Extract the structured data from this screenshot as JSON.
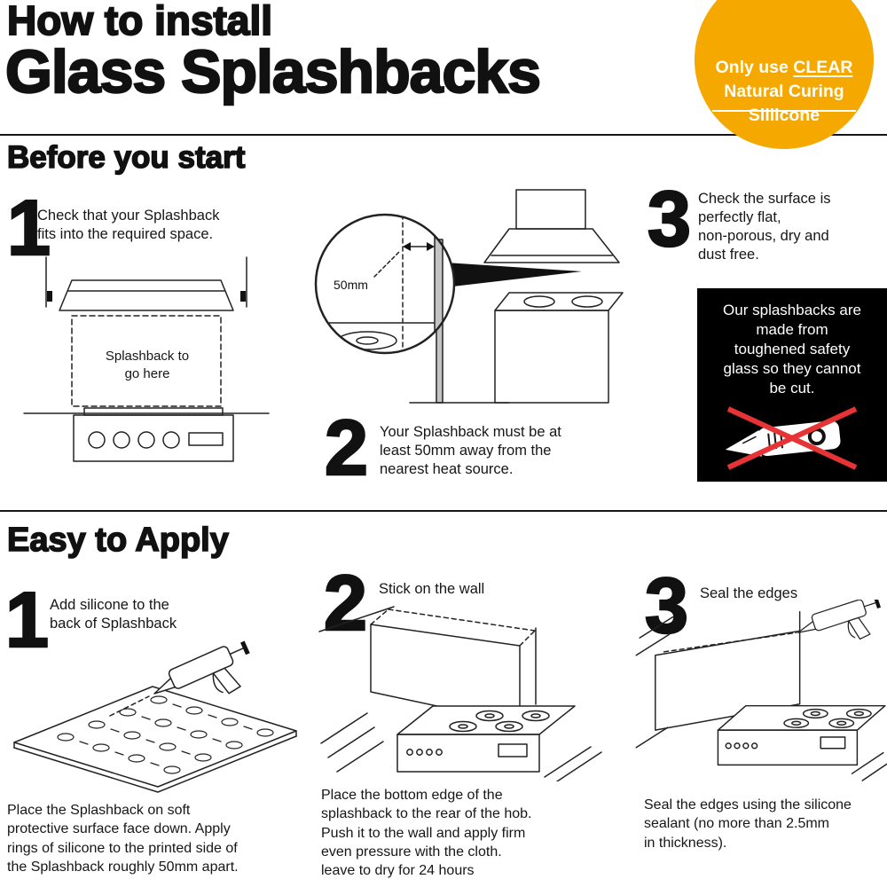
{
  "page": {
    "title_line1": "How to install",
    "title_line2": "Glass Splashbacks"
  },
  "badge": {
    "bg_color": "#F5A800",
    "line1_prefix": "Only use ",
    "line1_underlined": "CLEAR",
    "line2": "Natural Curing",
    "line3": "Sillicone"
  },
  "before": {
    "heading": "Before you start",
    "step1": {
      "number": "1",
      "text": "Check that your Splashback\nfits into the required space."
    },
    "step2": {
      "number": "2",
      "text": "Your Splashback must be at\nleast 50mm away from the\nnearest heat source."
    },
    "step3": {
      "number": "3",
      "text": "Check the surface is\nperfectly flat,\nnon-porous, dry and\ndust free."
    },
    "diagram1_label": "Splashback to\ngo here",
    "diagram2_label": "50mm",
    "warning": {
      "bg_color": "#000000",
      "cross_color": "#E63335",
      "text": "Our splashbacks are\nmade from\ntoughened safety\nglass so they cannot\nbe cut."
    }
  },
  "apply": {
    "heading": "Easy to Apply",
    "step1": {
      "number": "1",
      "title": "Add silicone to the\nback of Splashback",
      "caption": "Place the Splashback on soft\nprotective surface face down. Apply\nrings of silicone to the printed side of\nthe Splashback roughly 50mm apart."
    },
    "step2": {
      "number": "2",
      "title": "Stick on the wall",
      "caption": "Place the bottom edge of the\nsplashback to the rear of the hob.\nPush it to the wall and apply firm\neven pressure with the cloth.\nleave to dry for 24 hours"
    },
    "step3": {
      "number": "3",
      "title": "Seal the edges",
      "caption": "Seal the edges using the silicone\nsealant (no more than 2.5mm\nin thickness)."
    }
  }
}
